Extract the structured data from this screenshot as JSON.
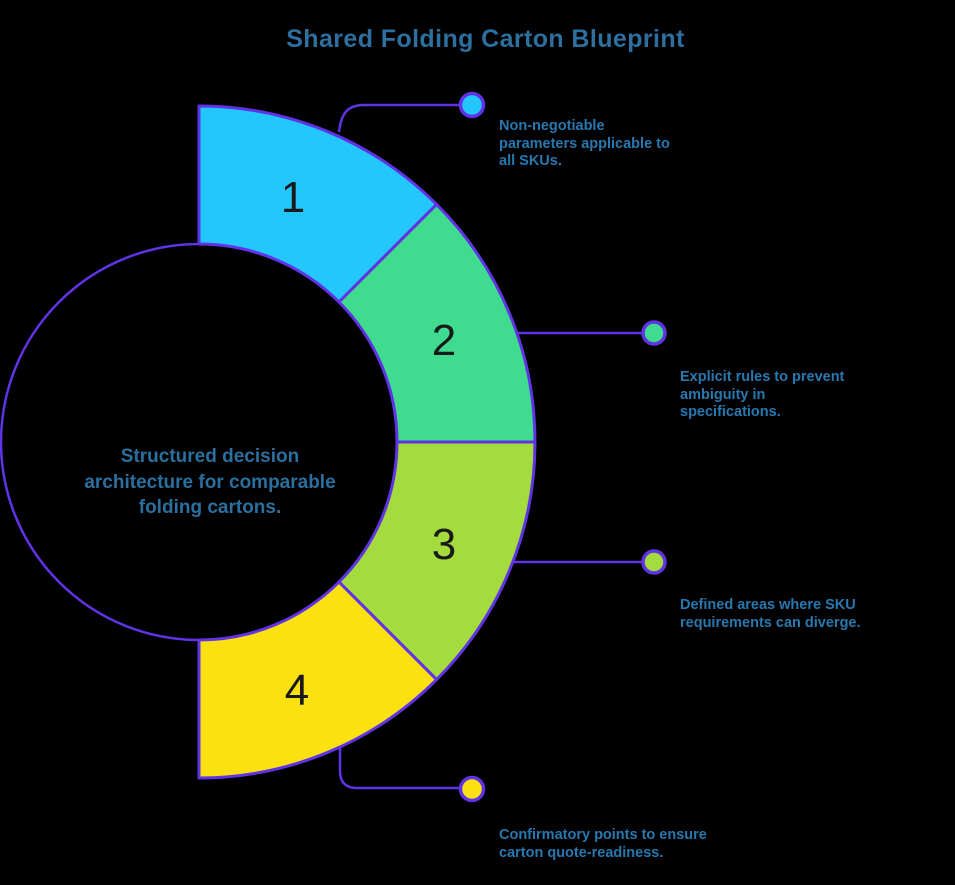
{
  "title": "Shared Folding Carton Blueprint",
  "center_label": "Structured decision\narchitecture for comparable\nfolding cartons.",
  "segments": [
    {
      "number": "1",
      "color": "#24c7fb",
      "description": "Non-negotiable\nparameters applicable to\nall SKUs."
    },
    {
      "number": "2",
      "color": "#3fdb8e",
      "description": "Explicit rules to prevent\nambiguity in\nspecifications."
    },
    {
      "number": "3",
      "color": "#a5dc3d",
      "description": "Defined areas where SKU\nrequirements can diverge."
    },
    {
      "number": "4",
      "color": "#fbe112",
      "description": "Confirmatory points to ensure\ncarton quote-readiness."
    }
  ],
  "colors": {
    "background": "#000000",
    "outline": "#6133e6",
    "title_text": "#2d6f9e",
    "body_text": "#2878b0",
    "center_text": "#2b6f9f",
    "number_text": "#1a1a1a"
  }
}
